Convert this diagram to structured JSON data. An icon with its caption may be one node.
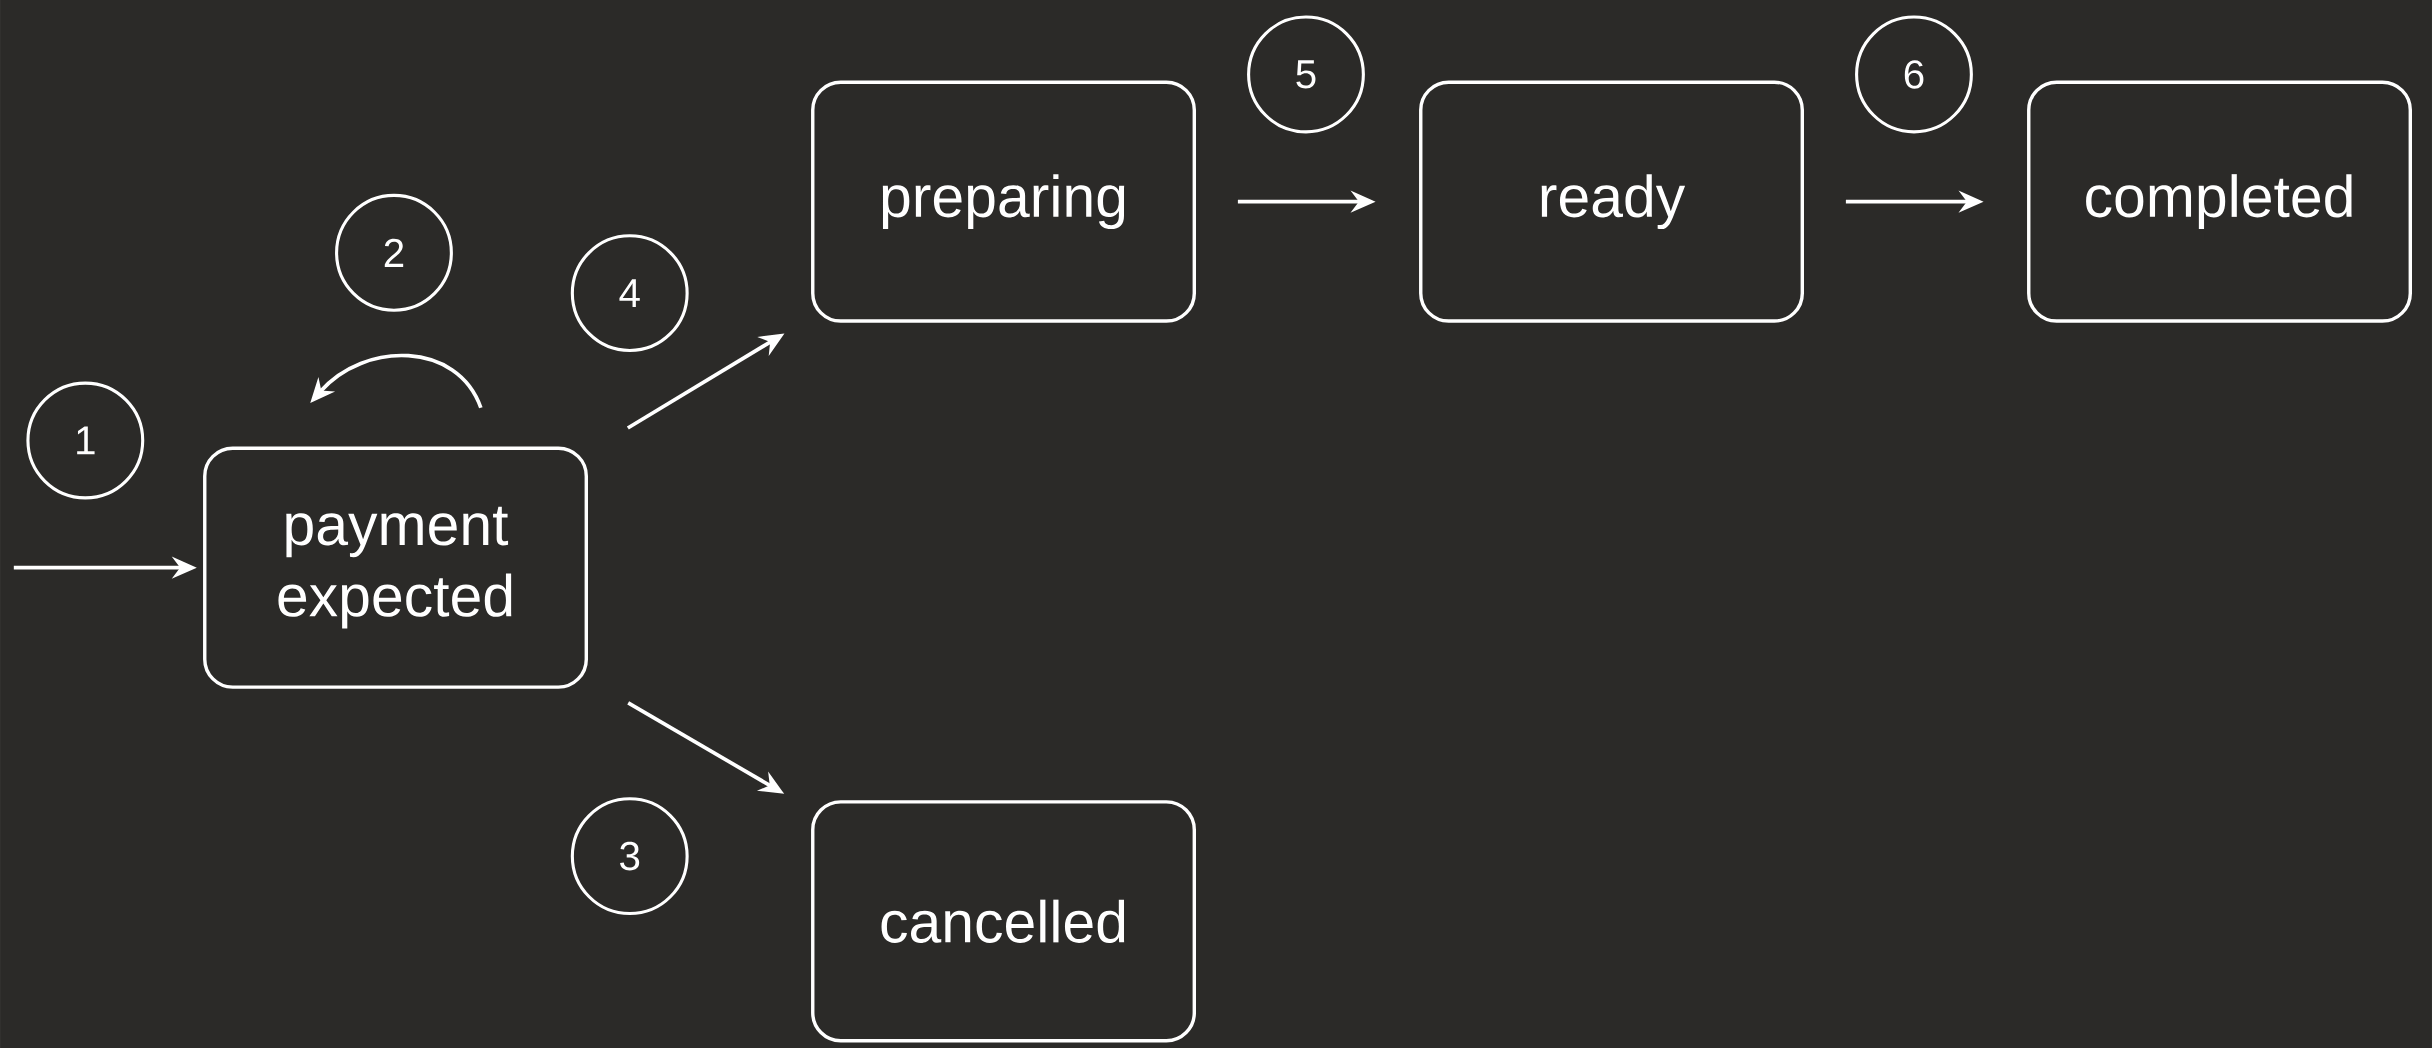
{
  "diagram": {
    "nodes": [
      {
        "text": [
          "payment expected"
        ]
      },
      {
        "text": [
          "preparing"
        ]
      },
      {
        "text": [
          "ready"
        ]
      },
      {
        "text": [
          "completed"
        ]
      },
      {
        "text": [
          "cancelled"
        ]
      },
      {
        "text": [
          "1"
        ]
      },
      {
        "text": [
          "2"
        ]
      },
      {
        "text": [
          "4"
        ]
      },
      {
        "text": [
          "3"
        ]
      },
      {
        "text": [
          "5"
        ]
      },
      {
        "text": [
          "6"
        ]
      }
    ],
    "edges": [
      {
        "from": null,
        "to": 0,
        "arrow": "to"
      },
      {
        "from": 0,
        "to": 0,
        "arrow": "to"
      },
      {
        "from": 0,
        "to": 1,
        "arrow": "to"
      },
      {
        "from": 0,
        "to": 4,
        "arrow": "to"
      },
      {
        "from": 1,
        "to": 2,
        "arrow": "to"
      },
      {
        "from": 2,
        "to": 3,
        "arrow": "to"
      }
    ]
  }
}
